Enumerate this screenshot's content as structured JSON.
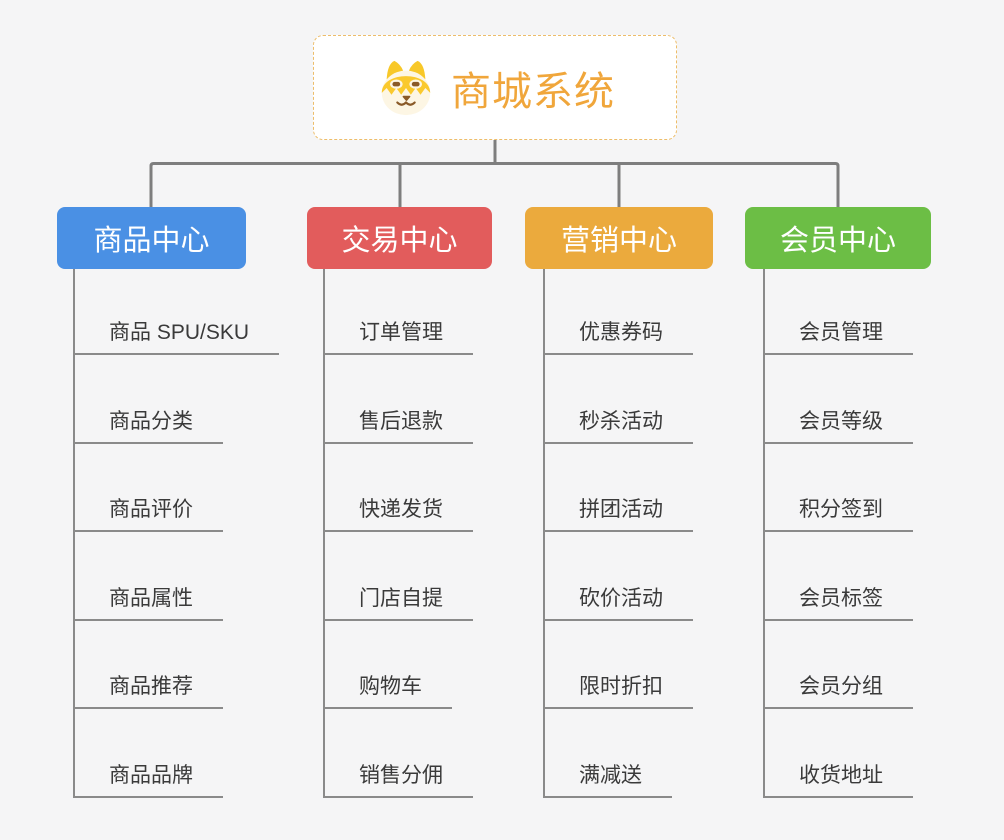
{
  "page": {
    "background_color": "#f5f5f6",
    "connector_color": "#7e7e7e",
    "leaf_line_color": "#8a8a8a",
    "leaf_text_color": "#3a3a3a"
  },
  "root": {
    "title": "商城系统",
    "icon": "shiba-dog-icon",
    "text_color": "#f0a63b",
    "border_color": "#edbd6a",
    "background_color": "#ffffff"
  },
  "branches": [
    {
      "label": "商品中心",
      "color": "#4a90e4",
      "items": [
        "商品 SPU/SKU",
        "商品分类",
        "商品评价",
        "商品属性",
        "商品推荐",
        "商品品牌"
      ]
    },
    {
      "label": "交易中心",
      "color": "#e25c5c",
      "items": [
        "订单管理",
        "售后退款",
        "快递发货",
        "门店自提",
        "购物车",
        "销售分佣"
      ]
    },
    {
      "label": "营销中心",
      "color": "#ebaa3d",
      "items": [
        "优惠券码",
        "秒杀活动",
        "拼团活动",
        "砍价活动",
        "限时折扣",
        "满减送"
      ]
    },
    {
      "label": "会员中心",
      "color": "#6cbe45",
      "items": [
        "会员管理",
        "会员等级",
        "积分签到",
        "会员标签",
        "会员分组",
        "收货地址"
      ]
    }
  ]
}
